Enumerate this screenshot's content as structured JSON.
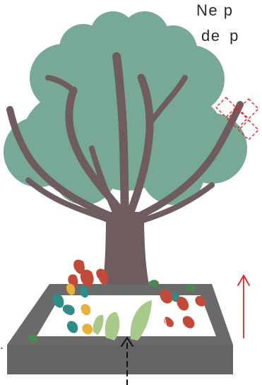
{
  "caption": {
    "line1": "Ne p",
    "line2": "de  p"
  },
  "stray_mark": ".",
  "colors": {
    "foliage": "#78a896",
    "trunk": "#6f5c5e",
    "planter": "#6b6a6a",
    "soil": "#ffffff",
    "leaf_red": "#c24a3a",
    "leaf_teal": "#2f8c86",
    "leaf_yellow": "#e8b23a",
    "leaf_light_green": "#a9c98a",
    "arrow_red": "#e02424",
    "arrow_black": "#111111",
    "warning_dash_red": "#e02424"
  },
  "icons": {
    "tree": "tree-illustration",
    "planter": "planter-box",
    "up_arrow_red": "up-arrow-icon",
    "up_arrow_dashed": "dashed-up-arrow-icon",
    "cross_mark": "dashed-cross-icon"
  }
}
